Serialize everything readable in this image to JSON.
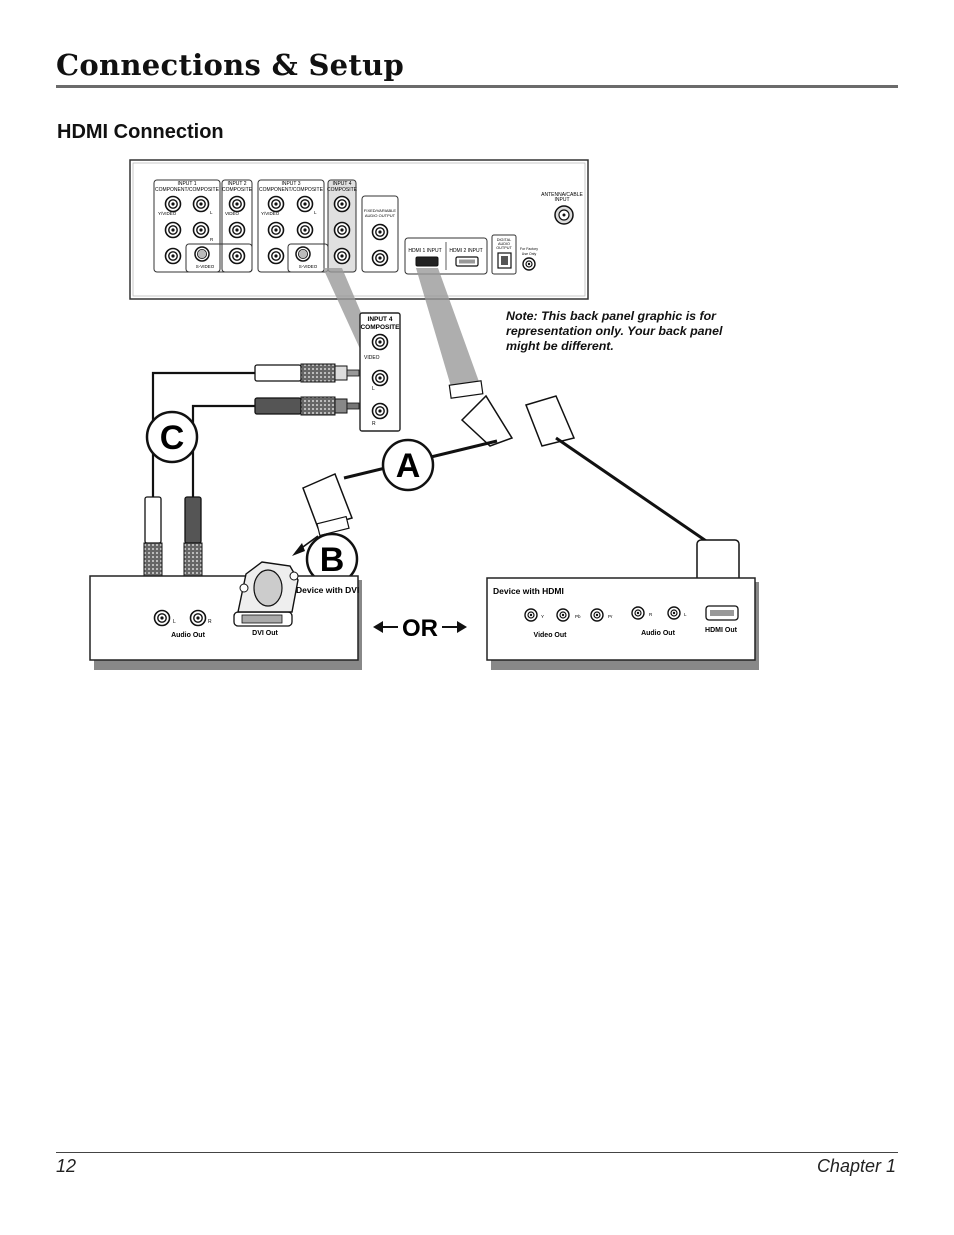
{
  "header": {
    "title": "Connections & Setup"
  },
  "section": {
    "heading": "HDMI Connection"
  },
  "back_panel": {
    "input1": [
      "INPUT 1",
      "COMPONENT/COMPOSITE"
    ],
    "input2": [
      "INPUT 2",
      "COMPOSITE"
    ],
    "input3": [
      "INPUT 3",
      "COMPONENT/COMPOSITE"
    ],
    "input4": [
      "INPUT 4",
      "COMPOSITE"
    ],
    "y_video": "Y/VIDEO",
    "video": "VIDEO",
    "l": "L",
    "r": "R",
    "s_video": "S-VIDEO",
    "fixed_variable": [
      "FIXED/VARIABLE",
      "AUDIO OUTPUT"
    ],
    "hdmi1": "HDMI 1 INPUT",
    "hdmi2": "HDMI 2 INPUT",
    "digital_audio": [
      "DIGITAL",
      "AUDIO",
      "OUTPUT"
    ],
    "factory": [
      "For Factory",
      "Use Only"
    ],
    "antenna": [
      "ANTENNA/CABLE",
      "INPUT"
    ]
  },
  "callout": {
    "title": [
      "INPUT 4",
      "COMPOSITE"
    ],
    "video": "VIDEO",
    "l": "L",
    "r": "R"
  },
  "note_text": "Note: This back panel graphic is for representation only. Your back panel might be different.",
  "markers": {
    "a": "A",
    "b": "B",
    "c": "C"
  },
  "or_label": "OR",
  "dvi_device": {
    "title": "Device with DVI",
    "audio_out": "Audio Out",
    "dvi_out": "DVI Out",
    "l": "L",
    "r": "R"
  },
  "hdmi_device": {
    "title": "Device with HDMI",
    "video_out": "Video Out",
    "audio_out": "Audio Out",
    "hdmi_out": "HDMI Out",
    "y": "Y",
    "pb": "Pb",
    "pr": "Pr",
    "r": "R",
    "l": "L"
  },
  "footer": {
    "page_number": "12",
    "chapter": "Chapter 1"
  }
}
